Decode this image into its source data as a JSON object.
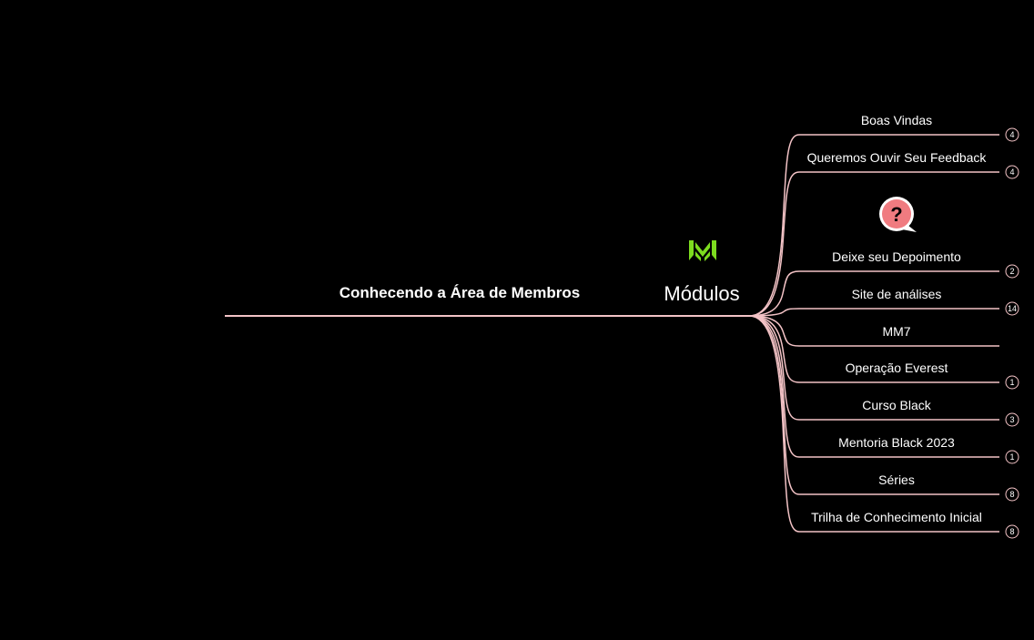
{
  "colors": {
    "background": "#000000",
    "line": "#f3c3c6",
    "logo": "#7ddc1f",
    "question_fill": "#f07b80",
    "text": "#ffffff"
  },
  "root": {
    "label": "Conhecendo a Área de Membros"
  },
  "center": {
    "label": "Módulos",
    "icon": "green-m-logo-icon"
  },
  "question": {
    "glyph": "?",
    "icon": "question-bubble-icon"
  },
  "branches": [
    {
      "label": "Boas Vindas",
      "count": "4"
    },
    {
      "label": "Queremos Ouvir Seu Feedback",
      "count": "4"
    },
    {
      "label": "Deixe seu Depoimento",
      "count": "2"
    },
    {
      "label": "Site de análises",
      "count": "14"
    },
    {
      "label": "MM7",
      "count": ""
    },
    {
      "label": "Operação Everest",
      "count": "1"
    },
    {
      "label": "Curso Black",
      "count": "3"
    },
    {
      "label": "Mentoria Black 2023",
      "count": "1"
    },
    {
      "label": "Séries",
      "count": "8"
    },
    {
      "label": "Trilha de Conhecimento Inicial",
      "count": "8"
    }
  ]
}
